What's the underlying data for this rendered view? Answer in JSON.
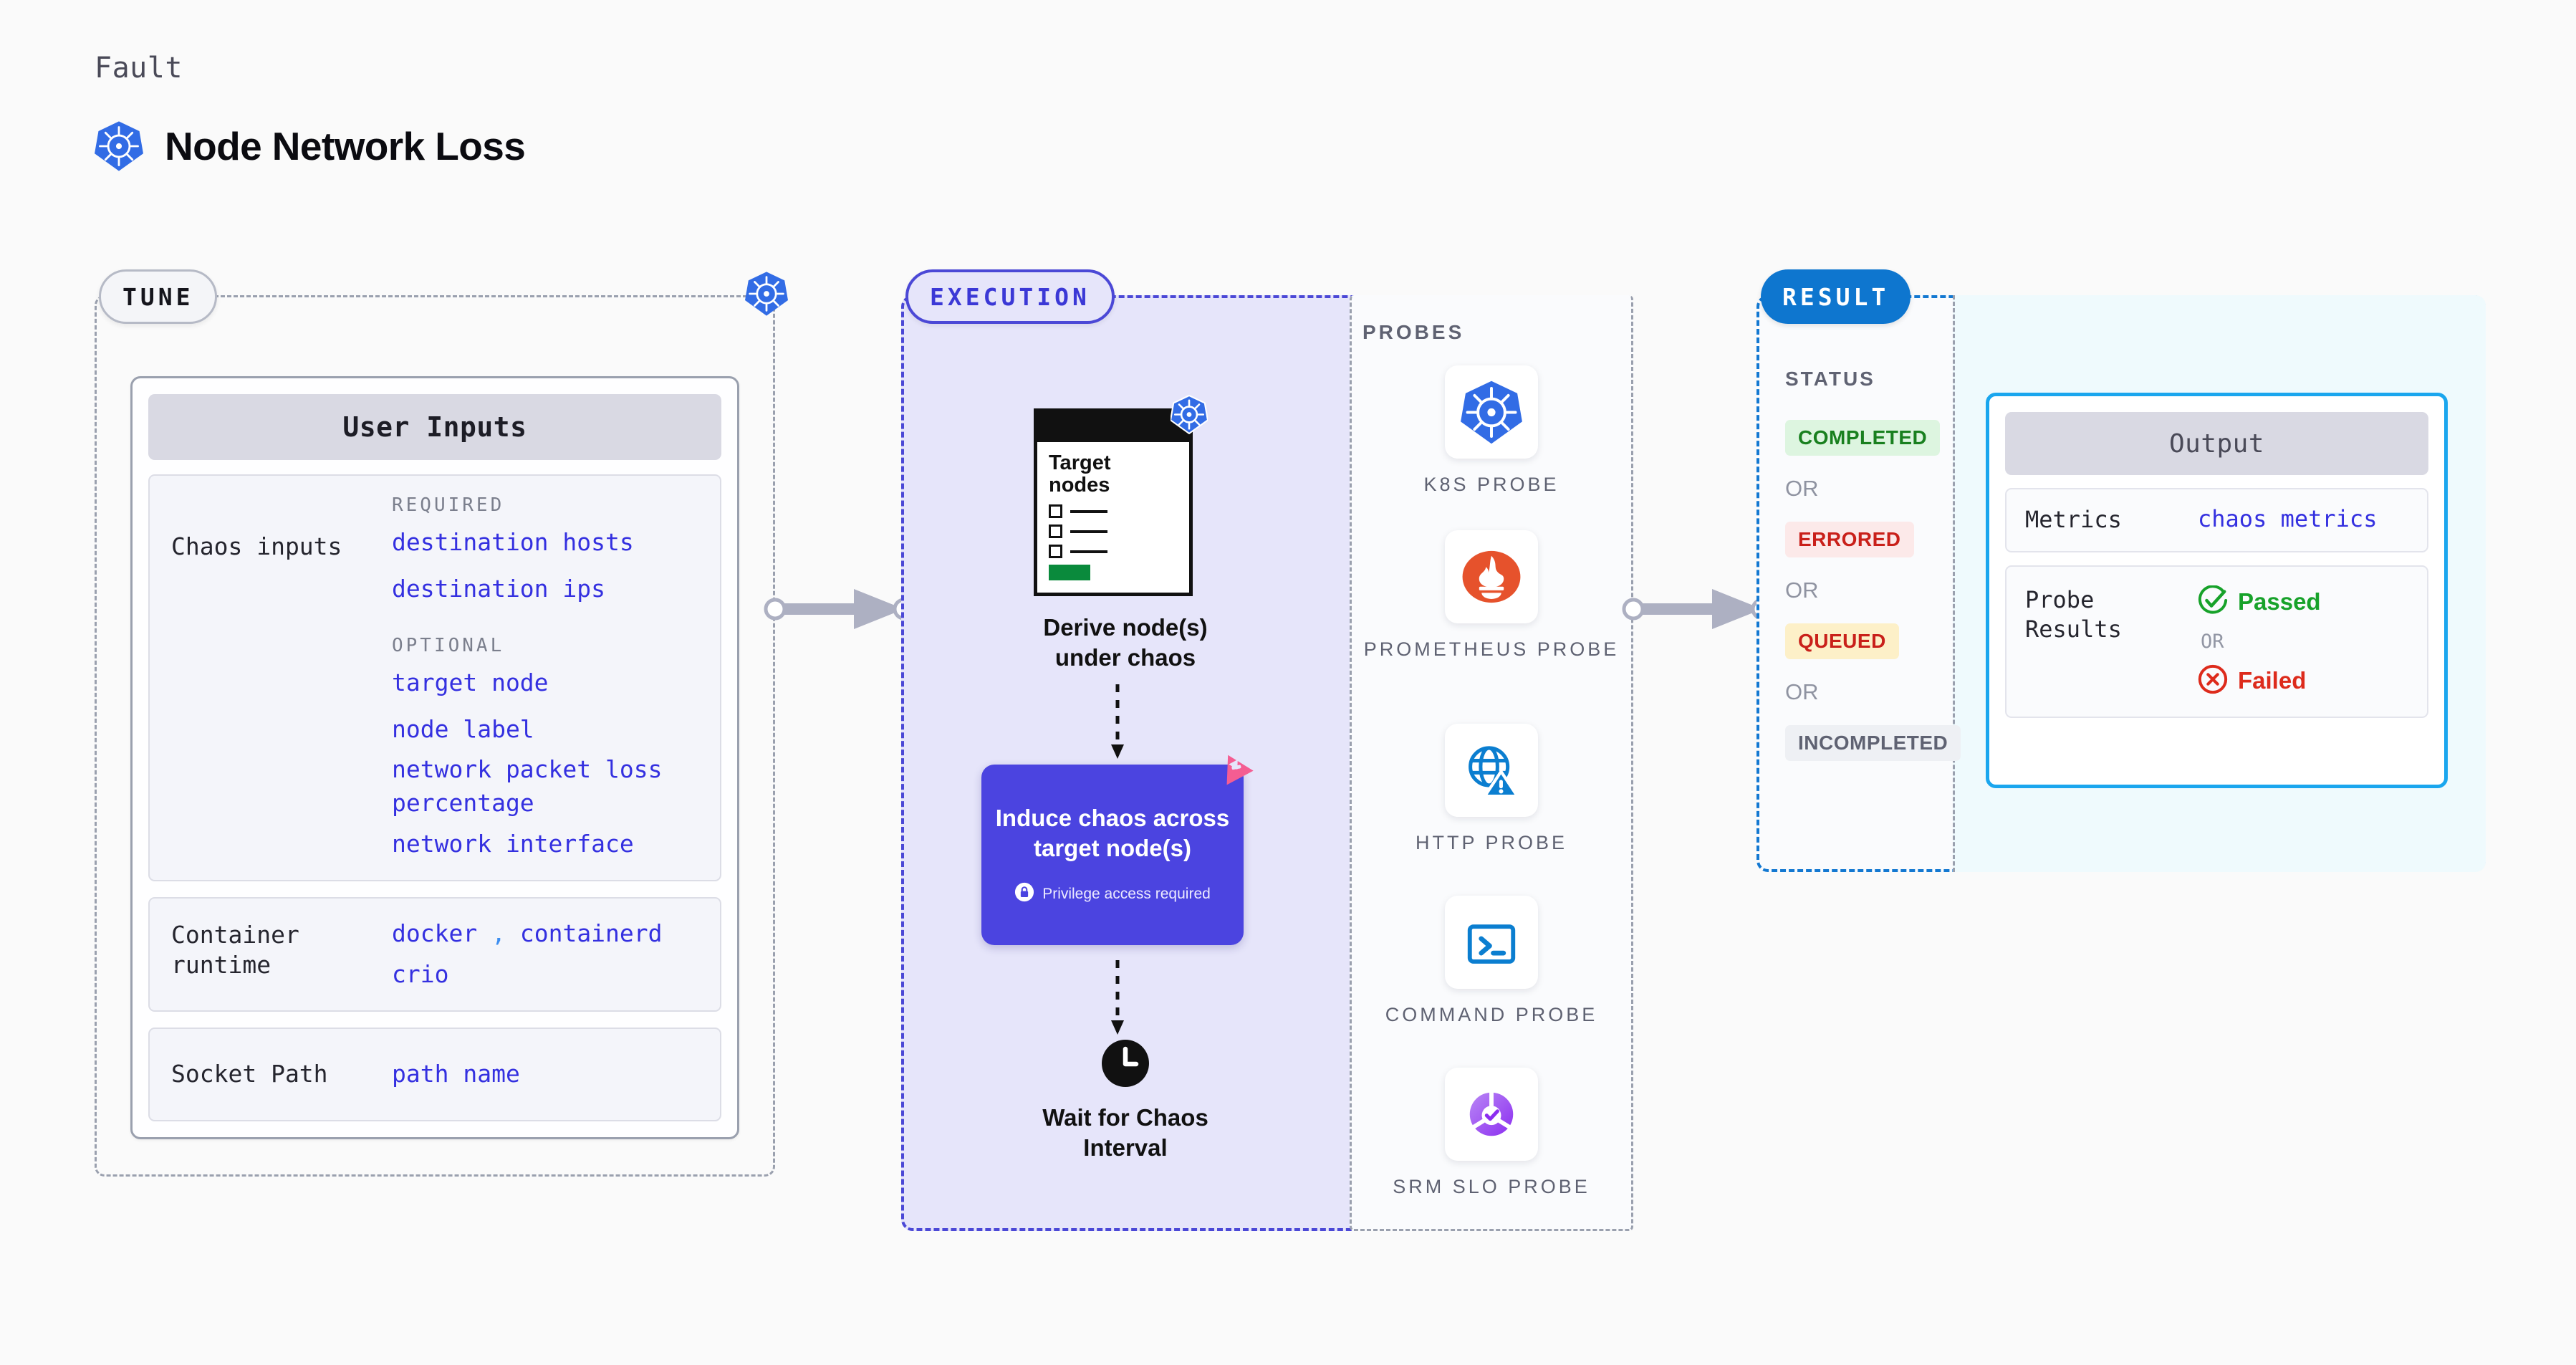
{
  "header": {
    "kicker": "Fault",
    "title": "Node Network Loss",
    "icon": "kubernetes-icon"
  },
  "stages": {
    "tune": "TUNE",
    "execution": "EXECUTION",
    "result": "RESULT"
  },
  "tune": {
    "card_title": "User Inputs",
    "rows": [
      {
        "label": "Chaos inputs",
        "groups": [
          {
            "name": "REQUIRED",
            "values": [
              "destination hosts",
              "destination ips"
            ]
          },
          {
            "name": "OPTIONAL",
            "values": [
              "target node",
              "node label",
              "network packet loss percentage",
              "network interface"
            ]
          }
        ]
      },
      {
        "label": "Container runtime",
        "values_line1": "docker",
        "separator": ",",
        "values_line1b": "containerd",
        "values_line2": "crio"
      },
      {
        "label": "Socket Path",
        "value": "path name"
      }
    ]
  },
  "execution": {
    "target_card": {
      "title_line1": "Target",
      "title_line2": "nodes",
      "icon": "kubernetes-icon",
      "checkbox_rows": 3
    },
    "derive_caption_line1": "Derive node(s)",
    "derive_caption_line2": "under chaos",
    "chaos_box": {
      "title_line1": "Induce chaos across",
      "title_line2": "target node(s)",
      "privilege_note": "Privilege access required",
      "privilege_icon": "lock-icon",
      "corner_icon": "litmus-logo-icon"
    },
    "wait_step": {
      "icon": "clock-icon",
      "caption_line1": "Wait for Chaos",
      "caption_line2": "Interval"
    },
    "probes_title": "PROBES",
    "probes": [
      {
        "label": "K8S PROBE",
        "icon": "kubernetes-icon"
      },
      {
        "label": "PROMETHEUS PROBE",
        "icon": "prometheus-icon"
      },
      {
        "label": "HTTP PROBE",
        "icon": "globe-warning-icon"
      },
      {
        "label": "COMMAND PROBE",
        "icon": "terminal-icon"
      },
      {
        "label": "SRM SLO PROBE",
        "icon": "srm-slo-icon"
      }
    ]
  },
  "result": {
    "status_title": "STATUS",
    "or_label": "OR",
    "statuses": [
      {
        "label": "COMPLETED",
        "color": "#19801f",
        "bg": "#ddf5e0"
      },
      {
        "label": "ERRORED",
        "color": "#c9201a",
        "bg": "#fce9e9"
      },
      {
        "label": "QUEUED",
        "color": "#c9201a",
        "bg": "#fdf0c8"
      },
      {
        "label": "INCOMPLETED",
        "color": "#5f6272",
        "bg": "#eef0f4"
      }
    ],
    "output_card": {
      "title": "Output",
      "metrics_label": "Metrics",
      "metrics_value": "chaos metrics",
      "probe_results_label": "Probe Results",
      "passed_label": "Passed",
      "failed_label": "Failed",
      "or_label": "OR",
      "passed_icon": "check-circle-icon",
      "failed_icon": "x-circle-icon"
    }
  },
  "colors": {
    "accent_purple": "#4b44e0",
    "accent_blue": "#0e76cf",
    "accent_cyan": "#1aa6ee",
    "k8s_blue": "#326ce5",
    "link_blue": "#3430e0",
    "pass_green": "#17a22a",
    "fail_red": "#dd2b1c",
    "litmus_pink": "#f45d92"
  }
}
